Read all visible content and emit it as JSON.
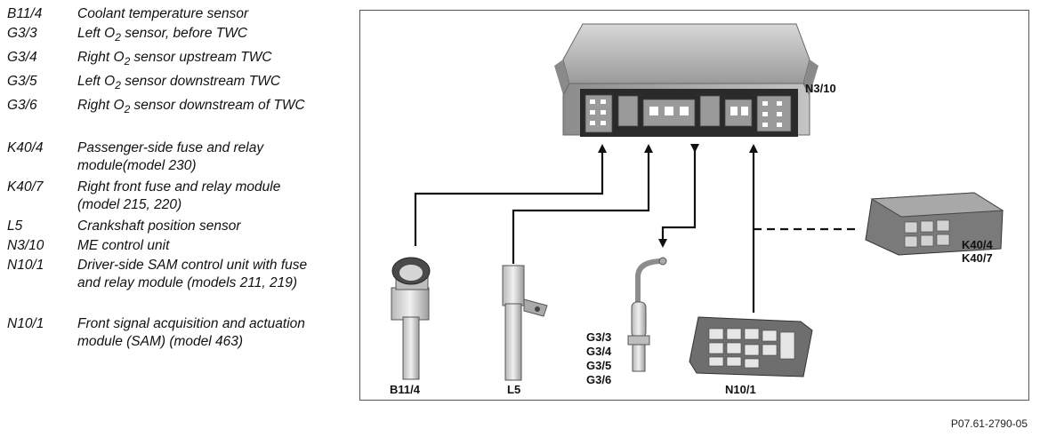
{
  "legend": [
    {
      "code": "B11/4",
      "desc": "Coolant temperature sensor"
    },
    {
      "code": "G3/3",
      "desc_pre": "Left O",
      "desc_sub": "2",
      "desc_post": " sensor, before TWC"
    },
    {
      "code": "G3/4",
      "desc_pre": "Right O",
      "desc_sub": "2",
      "desc_post": " sensor upstream TWC"
    },
    {
      "code": "G3/5",
      "desc_pre": "Left O",
      "desc_sub": "2",
      "desc_post": " sensor downstream TWC"
    },
    {
      "code": "G3/6",
      "desc_pre": "Right O",
      "desc_sub": "2",
      "desc_post": " sensor downstream of TWC"
    },
    {
      "code": "K40/4",
      "desc": "Passenger-side fuse and relay module(model 230)"
    },
    {
      "code": "K40/7",
      "desc": "Right front fuse and relay module (model 215, 220)"
    },
    {
      "code": "L5",
      "desc": "Crankshaft position sensor"
    },
    {
      "code": "N3/10",
      "desc": "ME control unit"
    },
    {
      "code": "N10/1",
      "desc": "Driver-side SAM control unit with fuse and relay module (models 211, 219)"
    },
    {
      "code": "N10/1",
      "desc": "Front signal acquisition and actuation module (SAM) (model 463)"
    }
  ],
  "diagram": {
    "control_unit_label": "N3/10",
    "relay_label_1": "K40/4",
    "relay_label_2": "K40/7",
    "coolant_label": "B11/4",
    "crank_label": "L5",
    "o2_labels": [
      "G3/3",
      "G3/4",
      "G3/5",
      "G3/6"
    ],
    "sam_label": "N10/1"
  },
  "figure_ref": "P07.61-2790-05"
}
